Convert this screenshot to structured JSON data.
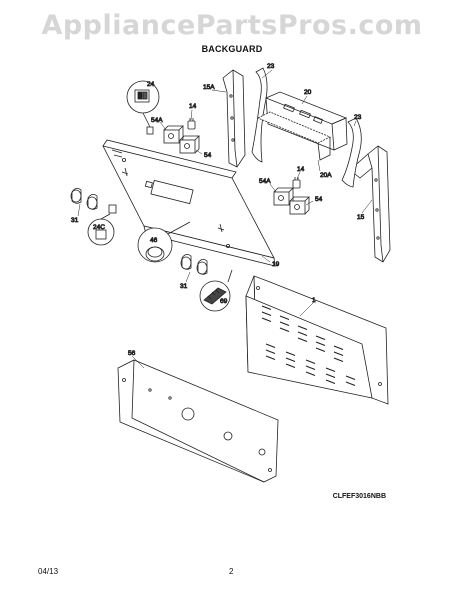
{
  "watermark": "AppliancePartsPros.com",
  "title": "BACKGUARD",
  "model_code": "CLFEF3016NBB",
  "footer": {
    "date": "04/13",
    "page": "2"
  },
  "callouts": {
    "c1": "1",
    "c14a": "14",
    "c14b": "14",
    "c15": "15",
    "c15a": "15A",
    "c19": "19",
    "c20": "20",
    "c20a": "20A",
    "c23a": "23",
    "c23b": "23",
    "c24": "24",
    "c24c": "24C",
    "c31a": "31",
    "c31b": "31",
    "c46": "46",
    "c54a": "54A",
    "c54": "54",
    "c54a2": "54A",
    "c54b": "54",
    "c56": "56",
    "c69": "69"
  }
}
